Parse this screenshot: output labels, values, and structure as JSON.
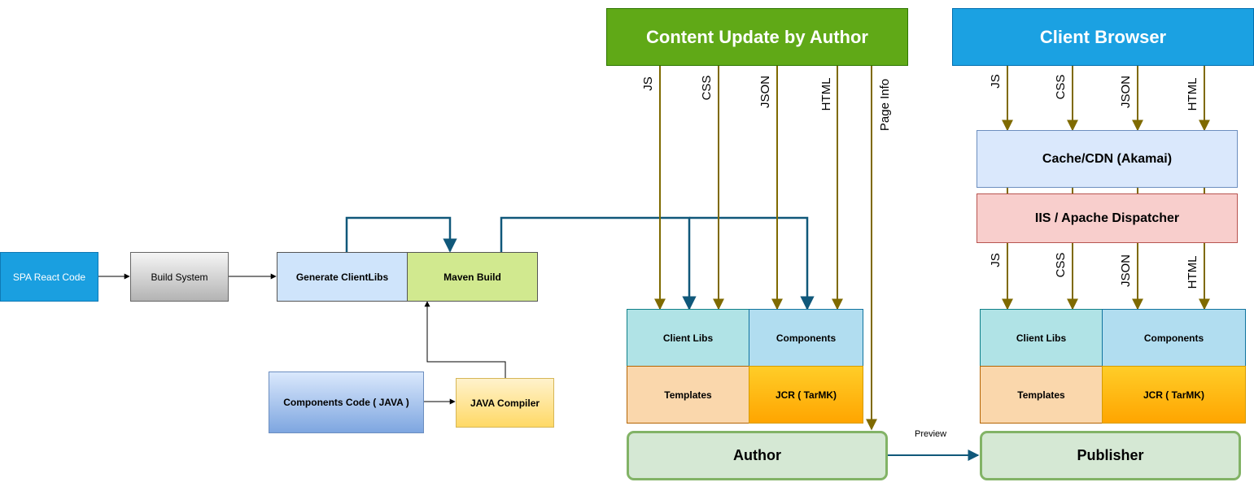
{
  "nodes": {
    "spa_react": "SPA React Code",
    "build_system": "Build System",
    "generate_clientlibs": "Generate ClientLibs",
    "maven_build": "Maven Build",
    "components_code": "Components Code ( JAVA )",
    "java_compiler": "JAVA Compiler",
    "content_update": "Content Update by Author",
    "client_browser": "Client Browser",
    "cache_cdn": "Cache/CDN (Akamai)",
    "dispatcher": "IIS / Apache Dispatcher",
    "author": {
      "client_libs": "Client Libs",
      "components": "Components",
      "templates": "Templates",
      "jcr": "JCR ( TarMK)",
      "label": "Author"
    },
    "publisher": {
      "client_libs": "Client Libs",
      "components": "Components",
      "templates": "Templates",
      "jcr": "JCR ( TarMK)",
      "label": "Publisher"
    }
  },
  "edge_labels": {
    "author_flows": [
      "JS",
      "CSS",
      "JSON",
      "HTML",
      "Page Info"
    ],
    "browser_flows_top": [
      "JS",
      "CSS",
      "JSON",
      "HTML"
    ],
    "browser_flows_bottom": [
      "JS",
      "CSS",
      "JSON",
      "HTML"
    ],
    "preview": "Preview"
  },
  "colors": {
    "flow_arrow": "#7f6a00",
    "deploy_arrow": "#10587a",
    "build_arrow": "#000000"
  }
}
